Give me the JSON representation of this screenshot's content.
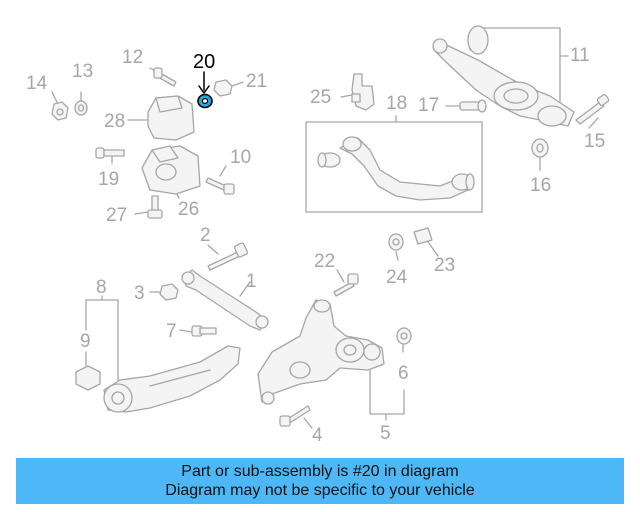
{
  "colors": {
    "part_line": "#a6a6a6",
    "part_fill": "#f4f4f4",
    "highlight_stroke": "#000000",
    "highlight_fill": "#29a8e0",
    "banner_bg": "#4db8f5"
  },
  "callouts": {
    "c1": "1",
    "c2": "2",
    "c3": "3",
    "c4": "4",
    "c5": "5",
    "c6": "6",
    "c7": "7",
    "c8": "8",
    "c9": "9",
    "c10": "10",
    "c11": "11",
    "c12": "12",
    "c13": "13",
    "c14": "14",
    "c15": "15",
    "c16": "16",
    "c17": "17",
    "c18": "18",
    "c19": "19",
    "c20": "20",
    "c21": "21",
    "c22": "22",
    "c23": "23",
    "c24": "24",
    "c25": "25",
    "c26": "26",
    "c27": "27",
    "c28": "28"
  },
  "highlighted_part": "20",
  "banner": {
    "line1": "Part or sub-assembly is #20 in diagram",
    "line2": "Diagram may not be specific to your vehicle"
  }
}
